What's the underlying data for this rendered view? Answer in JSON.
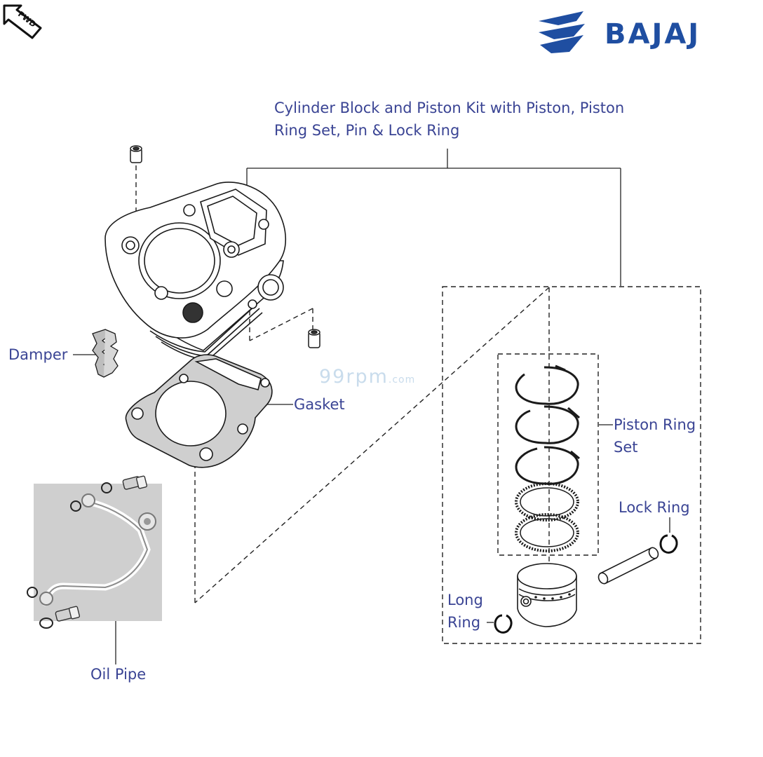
{
  "branding": {
    "logo_text": "BAJAJ",
    "logo_color": "#1f4ea1",
    "fwd_badge_text": "FWD",
    "watermark_main": "99rpm",
    "watermark_suffix": ".com"
  },
  "labels": {
    "kit_line1": "Cylinder Block and Piston Kit with Piston, Piston",
    "kit_line2": "Ring Set, Pin & Lock Ring",
    "damper": "Damper",
    "gasket": "Gasket",
    "piston_ring_line1": "Piston Ring",
    "piston_ring_line2": "Set",
    "lock_ring": "Lock Ring",
    "long_ring_line1": "Long",
    "long_ring_line2": "Ring",
    "oil_pipe": "Oil Pipe"
  },
  "colors": {
    "label_text": "#3a4494",
    "line_art": "#1a1a1a",
    "photo_background": "#cfcfcf"
  }
}
